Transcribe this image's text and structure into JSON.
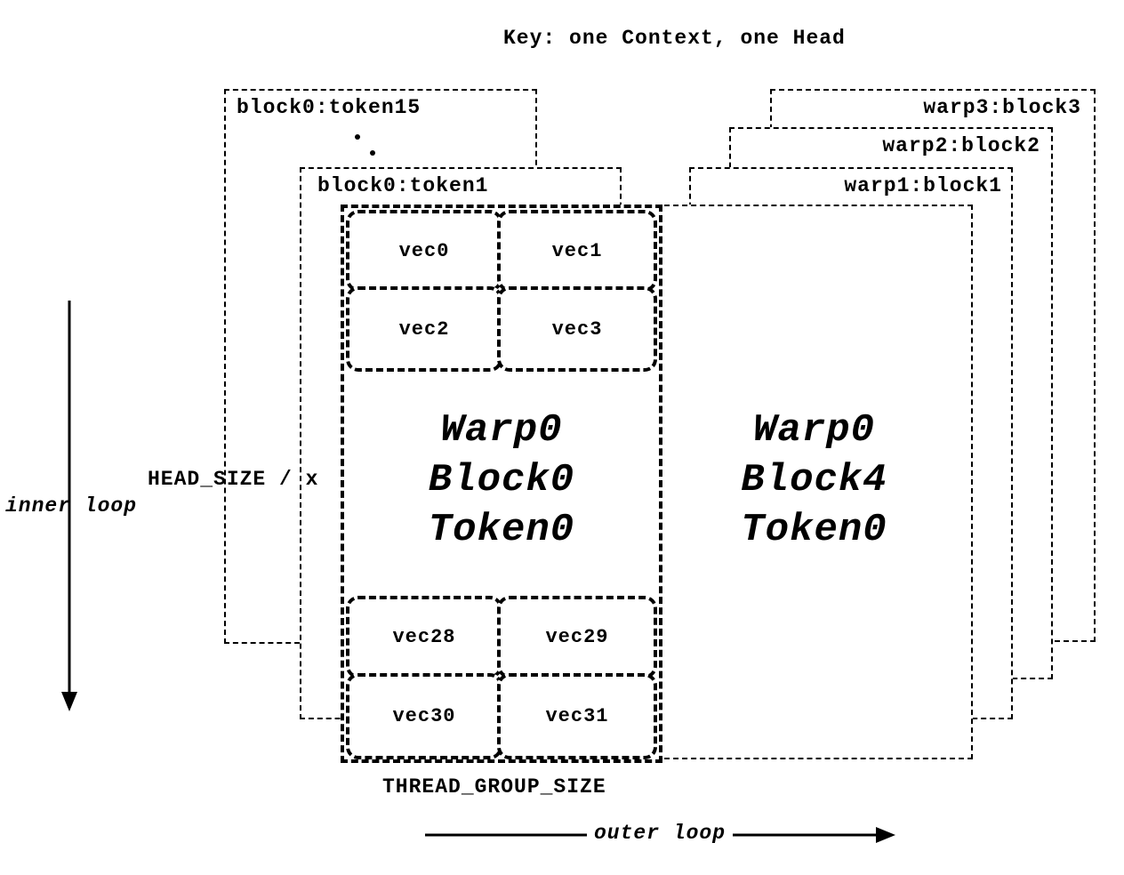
{
  "title": "Key: one Context, one Head",
  "left_stack": {
    "block0_token15": "block0:token15",
    "block0_token1": "block0:token1"
  },
  "right_stack": {
    "warp1_block1": "warp1:block1",
    "warp2_block2": "warp2:block2",
    "warp3_block3": "warp3:block3"
  },
  "main_block": {
    "top_vecs": [
      "vec0",
      "vec1",
      "vec2",
      "vec3"
    ],
    "center_lines": [
      "Warp0",
      "Block0",
      "Token0"
    ],
    "bottom_vecs": [
      "vec28",
      "vec29",
      "vec30",
      "vec31"
    ]
  },
  "right_block": {
    "center_lines": [
      "Warp0",
      "Block4",
      "Token0"
    ]
  },
  "annotations": {
    "head_size": "HEAD_SIZE / x",
    "inner_loop": "inner loop",
    "outer_loop": "outer loop",
    "thread_group_size": "THREAD_GROUP_SIZE"
  },
  "colors": {
    "ink": "#000000",
    "background": "#ffffff"
  }
}
